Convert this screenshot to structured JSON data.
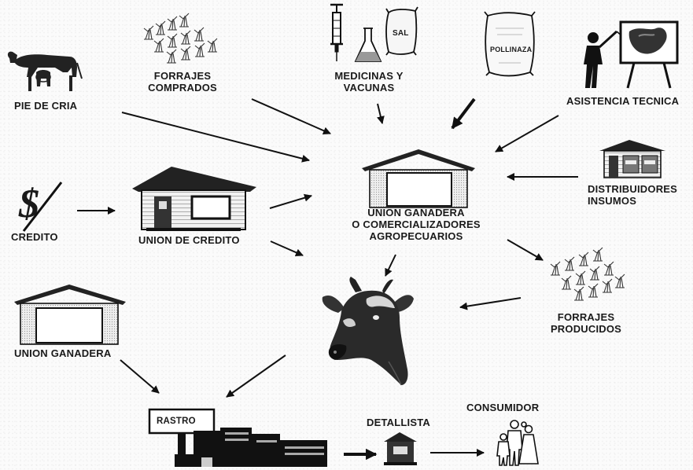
{
  "labels": {
    "pie_de_cria": "PIE DE CRIA",
    "forrajes_comprados": [
      "FORRAJES",
      "COMPRADOS"
    ],
    "medicinas": [
      "MEDICINAS Y",
      "VACUNAS"
    ],
    "sal": "SAL",
    "pollinaza": "POLLINAZA",
    "asistencia": "ASISTENCIA TECNICA",
    "credito": "CREDITO",
    "dollar": "$",
    "union_credito": "UNION DE CREDITO",
    "union_ganadera_center": [
      "UNION GANADERA",
      "O COMERCIALIZADORES",
      "AGROPECUARIOS"
    ],
    "distribuidores": [
      "DISTRIBUIDORES",
      "INSUMOS"
    ],
    "forrajes_producidos": [
      "FORRAJES",
      "PRODUCIDOS"
    ],
    "union_ganadera": "UNION GANADERA",
    "rastro": "RASTRO",
    "detallista": "DETALLISTA",
    "consumidor": "CONSUMIDOR"
  }
}
